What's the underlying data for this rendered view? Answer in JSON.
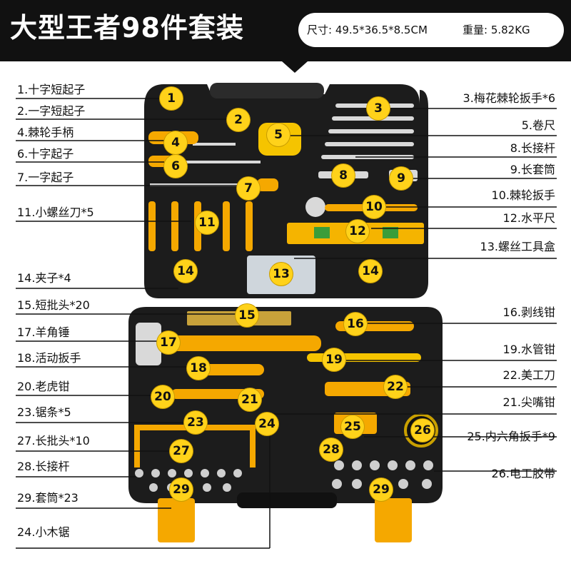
{
  "banner": {
    "title": "大型王者98件套装",
    "size_spec": "尺寸: 49.5*36.5*8.5CM",
    "weight_spec": "重量: 5.82KG"
  },
  "colors": {
    "banner": "#111111",
    "case": "#1c1c1c",
    "badge": "#ffd21a",
    "handle": "#f5a800"
  },
  "labels_left": [
    "1.十字短起子",
    "2.一字短起子",
    "4.棘轮手柄",
    "6.十字起子",
    "7.一字起子",
    "11.小螺丝刀*5",
    "14.夹子*4",
    "15.短批头*20",
    "17.羊角锤",
    "18.活动扳手",
    "20.老虎钳",
    "23.锯条*5",
    "27.长批头*10",
    "28.长接杆",
    "29.套筒*23",
    "24.小木锯"
  ],
  "labels_right": [
    "3.梅花棘轮扳手*6",
    "5.卷尺",
    "8.长接杆",
    "9.长套筒",
    "10.棘轮扳手",
    "12.水平尺",
    "13.螺丝工具盒",
    "16.剥线钳",
    "19.水管钳",
    "22.美工刀",
    "21.尖嘴钳",
    "25.内六角扳手*9",
    "26.电工胶带"
  ],
  "badges": [
    "1",
    "2",
    "3",
    "4",
    "5",
    "6",
    "7",
    "8",
    "9",
    "10",
    "11",
    "12",
    "13",
    "14",
    "14",
    "15",
    "16",
    "17",
    "18",
    "19",
    "20",
    "21",
    "22",
    "23",
    "24",
    "25",
    "26",
    "27",
    "28",
    "29",
    "29"
  ]
}
